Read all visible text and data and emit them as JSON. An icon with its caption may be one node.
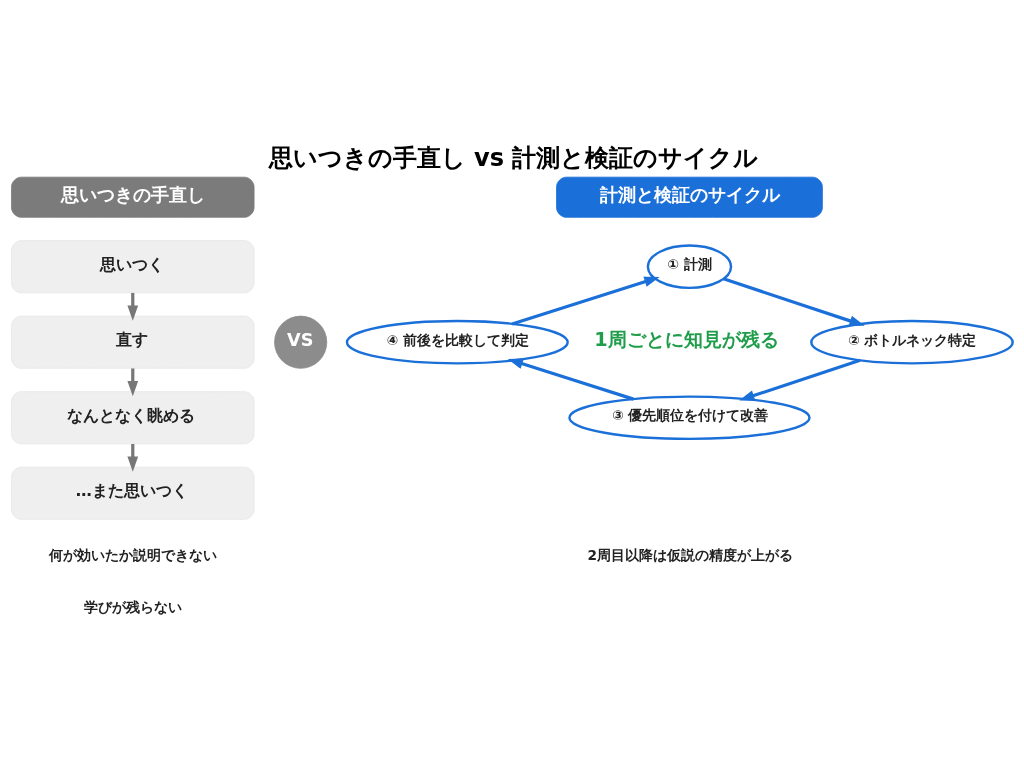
{
  "diagram": {
    "title": "思いつきの手直し vs 計測と検証のサイクル",
    "nodes": [
      {
        "text": [
          "思いつきの手直し"
        ]
      },
      {
        "text": [
          "思いつく"
        ]
      },
      {
        "text": [
          "直す"
        ]
      },
      {
        "text": [
          "なんとなく眺める"
        ]
      },
      {
        "text": [
          "…また思いつく"
        ]
      },
      {
        "text": [
          "VS"
        ]
      },
      {
        "text": [
          "計測と検証のサイクル"
        ]
      },
      {
        "text": [
          "① 計測"
        ]
      },
      {
        "text": [
          "② ボトルネック特定"
        ]
      },
      {
        "text": [
          "③ 優先順位を付けて改善"
        ]
      },
      {
        "text": [
          "④ 前後を比較して判定"
        ]
      }
    ],
    "edges": [
      {
        "from": 1,
        "to": 2,
        "arrow": "to",
        "color": "#777777"
      },
      {
        "from": 2,
        "to": 3,
        "arrow": "to",
        "color": "#777777"
      },
      {
        "from": 3,
        "to": 4,
        "arrow": "to",
        "color": "#777777"
      },
      {
        "from": 7,
        "to": 8,
        "arrow": "to"
      },
      {
        "from": 8,
        "to": 9,
        "arrow": "to"
      },
      {
        "from": 9,
        "to": 10,
        "arrow": "to"
      },
      {
        "from": 10,
        "to": 7,
        "arrow": "to"
      }
    ],
    "labels": [
      "1周ごとに知見が残る",
      "何が効いたか説明できない",
      "学びが残らない",
      "2周目以降は仮説の精度が上がる"
    ]
  }
}
